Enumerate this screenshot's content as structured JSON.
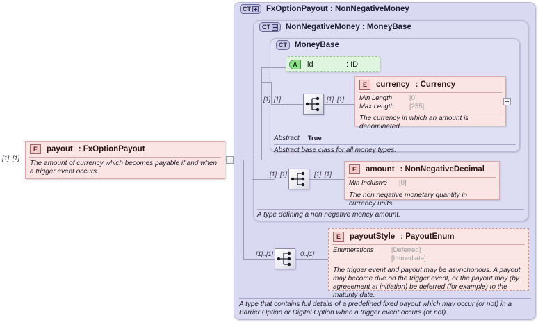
{
  "diagram": {
    "title": "FxOptionPayout XSD structure diagram",
    "colors": {
      "container_fill": "#d9d9f2",
      "element_fill": "#fbe4e4",
      "attribute_fill": "#dff5df",
      "line": "#9a9ab0"
    }
  },
  "left_element": {
    "cardinality": "[1]..[1]",
    "icon": "E",
    "name": "payout",
    "type": ": FxOptionPayout",
    "documentation": "The amount of currency which becomes payable if and when a trigger event occurs.",
    "toggle": "collapse"
  },
  "containers": {
    "outer": {
      "icon": "CT",
      "icon_has_plus": true,
      "title": "FxOptionPayout : NonNegativeMoney",
      "annotation": "A type that contains full details of a predefined fixed payout which may occur (or not) in a Barrier Option or Digital Option when a trigger event occurs (or not)."
    },
    "middle": {
      "icon": "CT",
      "icon_has_plus": true,
      "title": "NonNegativeMoney : MoneyBase",
      "annotation": "A type defining a non negative money amount."
    },
    "inner": {
      "icon": "CT",
      "icon_has_plus": false,
      "title": "MoneyBase",
      "abstract_label": "Abstract",
      "abstract_value": "True",
      "annotation": "Abstract base class for all money types."
    }
  },
  "attribute_id": {
    "icon": "A",
    "name": "id",
    "type": ": ID"
  },
  "compositors": [
    {
      "name": "sequence-moneybase",
      "left_cardinality": "[1]..[1]",
      "right_cardinality": "[1]..[1]"
    },
    {
      "name": "sequence-nonnegativemoney",
      "left_cardinality": "[1]..[1]",
      "right_cardinality": "[1]..[1]"
    },
    {
      "name": "sequence-fxoptionpayout",
      "left_cardinality": "[1]..[1]",
      "right_cardinality": "0..[1]"
    }
  ],
  "elements": {
    "currency": {
      "icon": "E",
      "name": "currency",
      "type": ": Currency",
      "facets": [
        {
          "label": "Min Length",
          "value": "[0]"
        },
        {
          "label": "Max Length",
          "value": "[255]"
        }
      ],
      "documentation": "The currency in which an amount is denominated.",
      "toggle": "expand"
    },
    "amount": {
      "icon": "E",
      "name": "amount",
      "type": ": NonNegativeDecimal",
      "facets": [
        {
          "label": "Min Inclusive",
          "value": "[0]"
        }
      ],
      "documentation": "The non negative monetary quantity in currency units."
    },
    "payoutStyle": {
      "icon": "E",
      "name": "payoutStyle",
      "type": ": PayoutEnum",
      "optional": true,
      "facets": [
        {
          "label": "Enumerations",
          "values": [
            "[Deferred]",
            "[Immediate]"
          ]
        }
      ],
      "documentation": "The trigger event and payout may be asynchonous. A payout may become due on the trigger event, or the payout may (by agreeement at initiation) be deferred (for example) to the maturity date."
    }
  }
}
